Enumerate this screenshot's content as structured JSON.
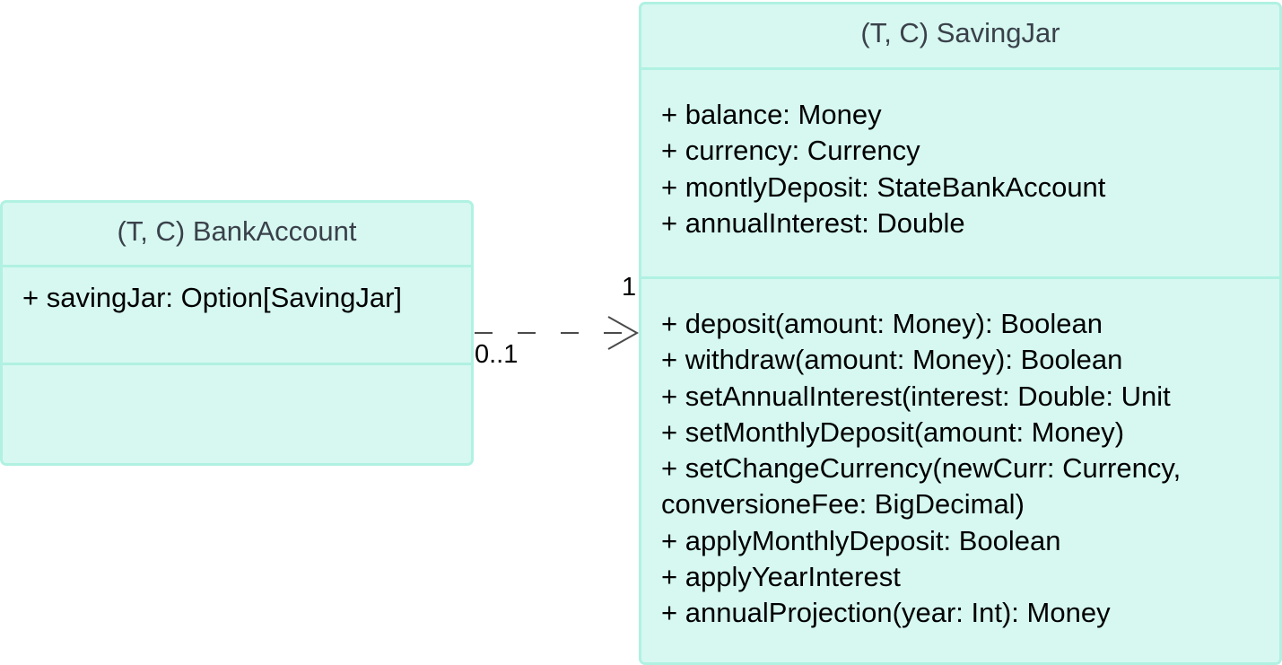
{
  "bank_account": {
    "title": "(T, C) BankAccount",
    "attributes": [
      "+ savingJar: Option[SavingJar]"
    ],
    "operations": []
  },
  "saving_jar": {
    "title": "(T, C) SavingJar",
    "attributes": [
      "+ balance: Money",
      "+ currency: Currency",
      "+ montlyDeposit: StateBankAccount",
      "+ annualInterest: Double"
    ],
    "operations": [
      "+ deposit(amount: Money): Boolean",
      "+ withdraw(amount: Money): Boolean",
      "+ setAnnualInterest(interest: Double: Unit",
      "+ setMonthlyDeposit(amount: Money)",
      "+ setChangeCurrency(newCurr: Currency, conversioneFee: BigDecimal)",
      "+ applyMonthlyDeposit: Boolean",
      "+ applyYearInterest",
      "+ annualProjection(year: Int): Money"
    ]
  },
  "relationship": {
    "type": "dependency",
    "source_multiplicity": "0..1",
    "target_multiplicity": "1"
  },
  "colors": {
    "class_fill": "#d6f8f1",
    "class_border": "#b0f1e2",
    "header_text": "#3a414a",
    "member_text": "#000000",
    "connector": "#4a4a4a"
  }
}
